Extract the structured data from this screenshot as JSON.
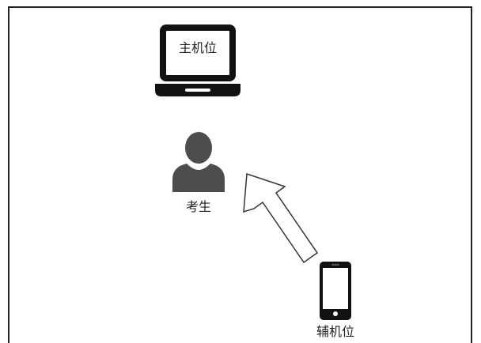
{
  "diagram": {
    "nodes": [
      {
        "id": "main-camera",
        "icon": "laptop-icon",
        "label": "主机位"
      },
      {
        "id": "examinee",
        "icon": "person-icon",
        "label": "考生"
      },
      {
        "id": "aux-camera",
        "icon": "phone-icon",
        "label": "辅机位"
      }
    ],
    "edges": [
      {
        "from": "aux-camera",
        "to": "examinee",
        "style": "hollow-arrow"
      }
    ],
    "colors": {
      "frame": "#222222",
      "device": "#111111",
      "person": "#4d4d4d",
      "arrow_stroke": "#333333",
      "arrow_fill": "#ffffff",
      "text": "#222222"
    }
  }
}
